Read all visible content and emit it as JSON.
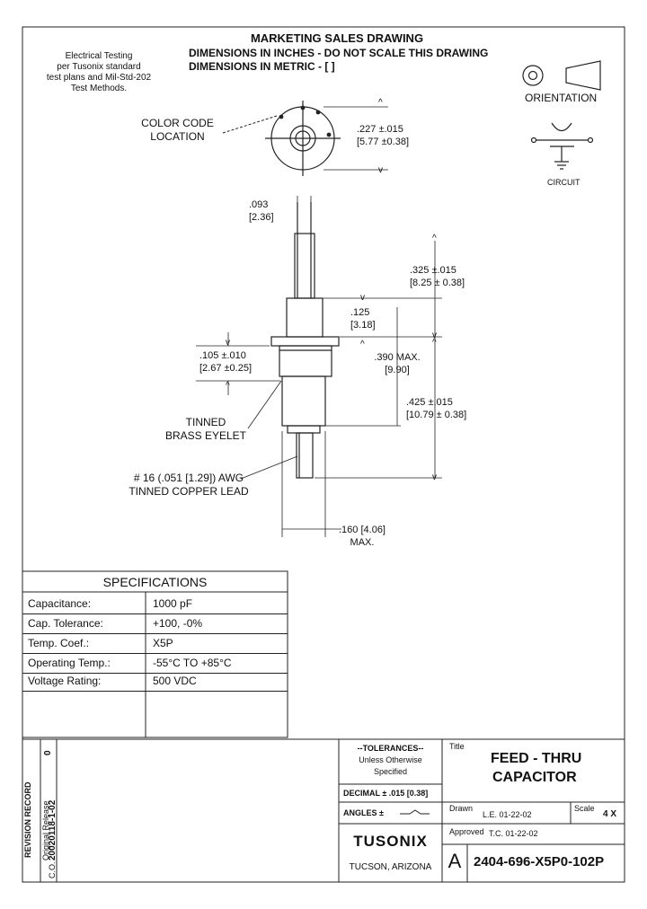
{
  "header": {
    "line1": "MARKETING SALES DRAWING",
    "line2": "DIMENSIONS IN INCHES - DO NOT SCALE THIS DRAWING",
    "line3": "DIMENSIONS IN METRIC - [   ]"
  },
  "testing_note": [
    "Electrical Testing",
    "per Tusonix standard",
    "test plans and Mil-Std-202",
    "Test Methods."
  ],
  "labels": {
    "orientation": "ORIENTATION",
    "circuit": "CIRCUIT",
    "color_code": [
      "COLOR CODE",
      "LOCATION"
    ],
    "eyelet": [
      "TINNED",
      "BRASS EYELET"
    ],
    "lead": [
      "# 16 (.051 [1.29]) AWG",
      "TINNED COPPER LEAD"
    ]
  },
  "dims": {
    "d227": [
      ".227 ±.015",
      "[5.77 ±0.38]"
    ],
    "d093": [
      ".093",
      "[2.36]"
    ],
    "d325": [
      ".325 ±.015",
      "[8.25 ± 0.38]"
    ],
    "d125": [
      ".125",
      "[3.18]"
    ],
    "d105": [
      ".105 ±.010",
      "[2.67 ±0.25]"
    ],
    "d390": [
      ".390 MAX.",
      "[9.90]"
    ],
    "d425": [
      ".425 ±.015",
      "[10.79 ± 0.38]"
    ],
    "d160": [
      ".160 [4.06]",
      "MAX."
    ]
  },
  "specifications": {
    "title": "SPECIFICATIONS",
    "rows": [
      {
        "label": "Capacitance:",
        "value": "1000 pF"
      },
      {
        "label": "Cap. Tolerance:",
        "value": "+100, -0%"
      },
      {
        "label": "Temp.  Coef.:",
        "value": "X5P"
      },
      {
        "label": "Operating  Temp.:",
        "value": "-55°C TO +85°C"
      },
      {
        "label": "Voltage Rating:",
        "value": "500 VDC"
      }
    ]
  },
  "title_block": {
    "revision_record": "REVISION RECORD",
    "original_release": "Original Release",
    "co_label": "C.O.",
    "co_number": "20020118-1-02",
    "rev": "0",
    "tolerances": "--TOLERANCES--",
    "unless": "Unless Otherwise",
    "specified": "Specified",
    "decimal": "DECIMAL ± .015 [0.38]",
    "angles": "ANGLES ±",
    "company": "TUSONIX",
    "location": "TUCSON, ARIZONA",
    "title_label": "Title",
    "title_line1": "FEED - THRU",
    "title_line2": "CAPACITOR",
    "drawn_label": "Drawn",
    "drawn_value": "L.E. 01-22-02",
    "scale_label": "Scale",
    "scale_value": "4 X",
    "approved_label": "Approved",
    "approved_value": "T.C. 01-22-02",
    "size": "A",
    "part_number": "2404-696-X5P0-102P"
  }
}
